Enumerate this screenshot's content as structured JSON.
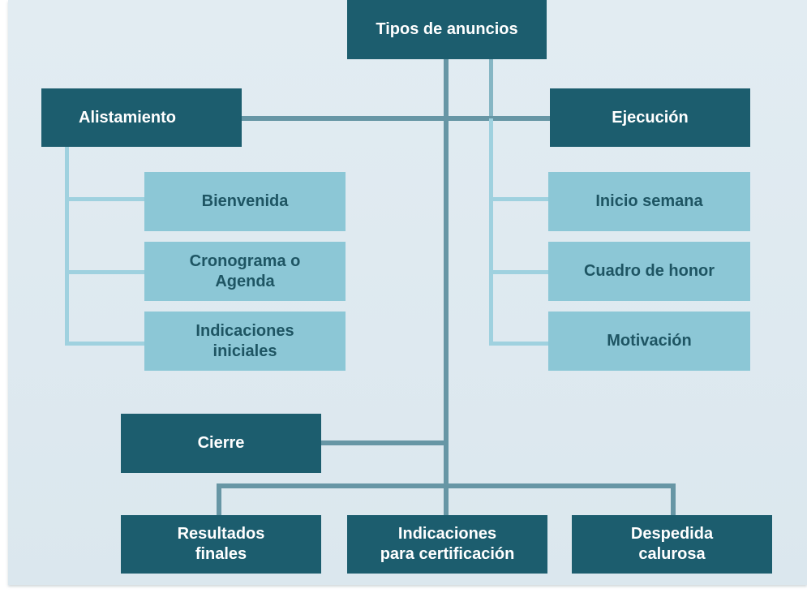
{
  "diagram": {
    "root": "Tipos de anuncios",
    "alistamiento": {
      "title": "Alistamiento",
      "items": [
        "Bienvenida",
        "Cronograma o\nAgenda",
        "Indicaciones\niniciales"
      ]
    },
    "ejecucion": {
      "title": "Ejecución",
      "items": [
        "Inicio semana",
        "Cuadro de honor",
        "Motivación"
      ]
    },
    "cierre": {
      "title": "Cierre",
      "items": [
        "Resultados\nfinales",
        "Indicaciones\npara certificación",
        "Despedida\ncalurosa"
      ]
    }
  },
  "colors": {
    "dark_box": "#1c5d6e",
    "light_box": "#8cc7d6",
    "background": "#dfe9ef"
  }
}
